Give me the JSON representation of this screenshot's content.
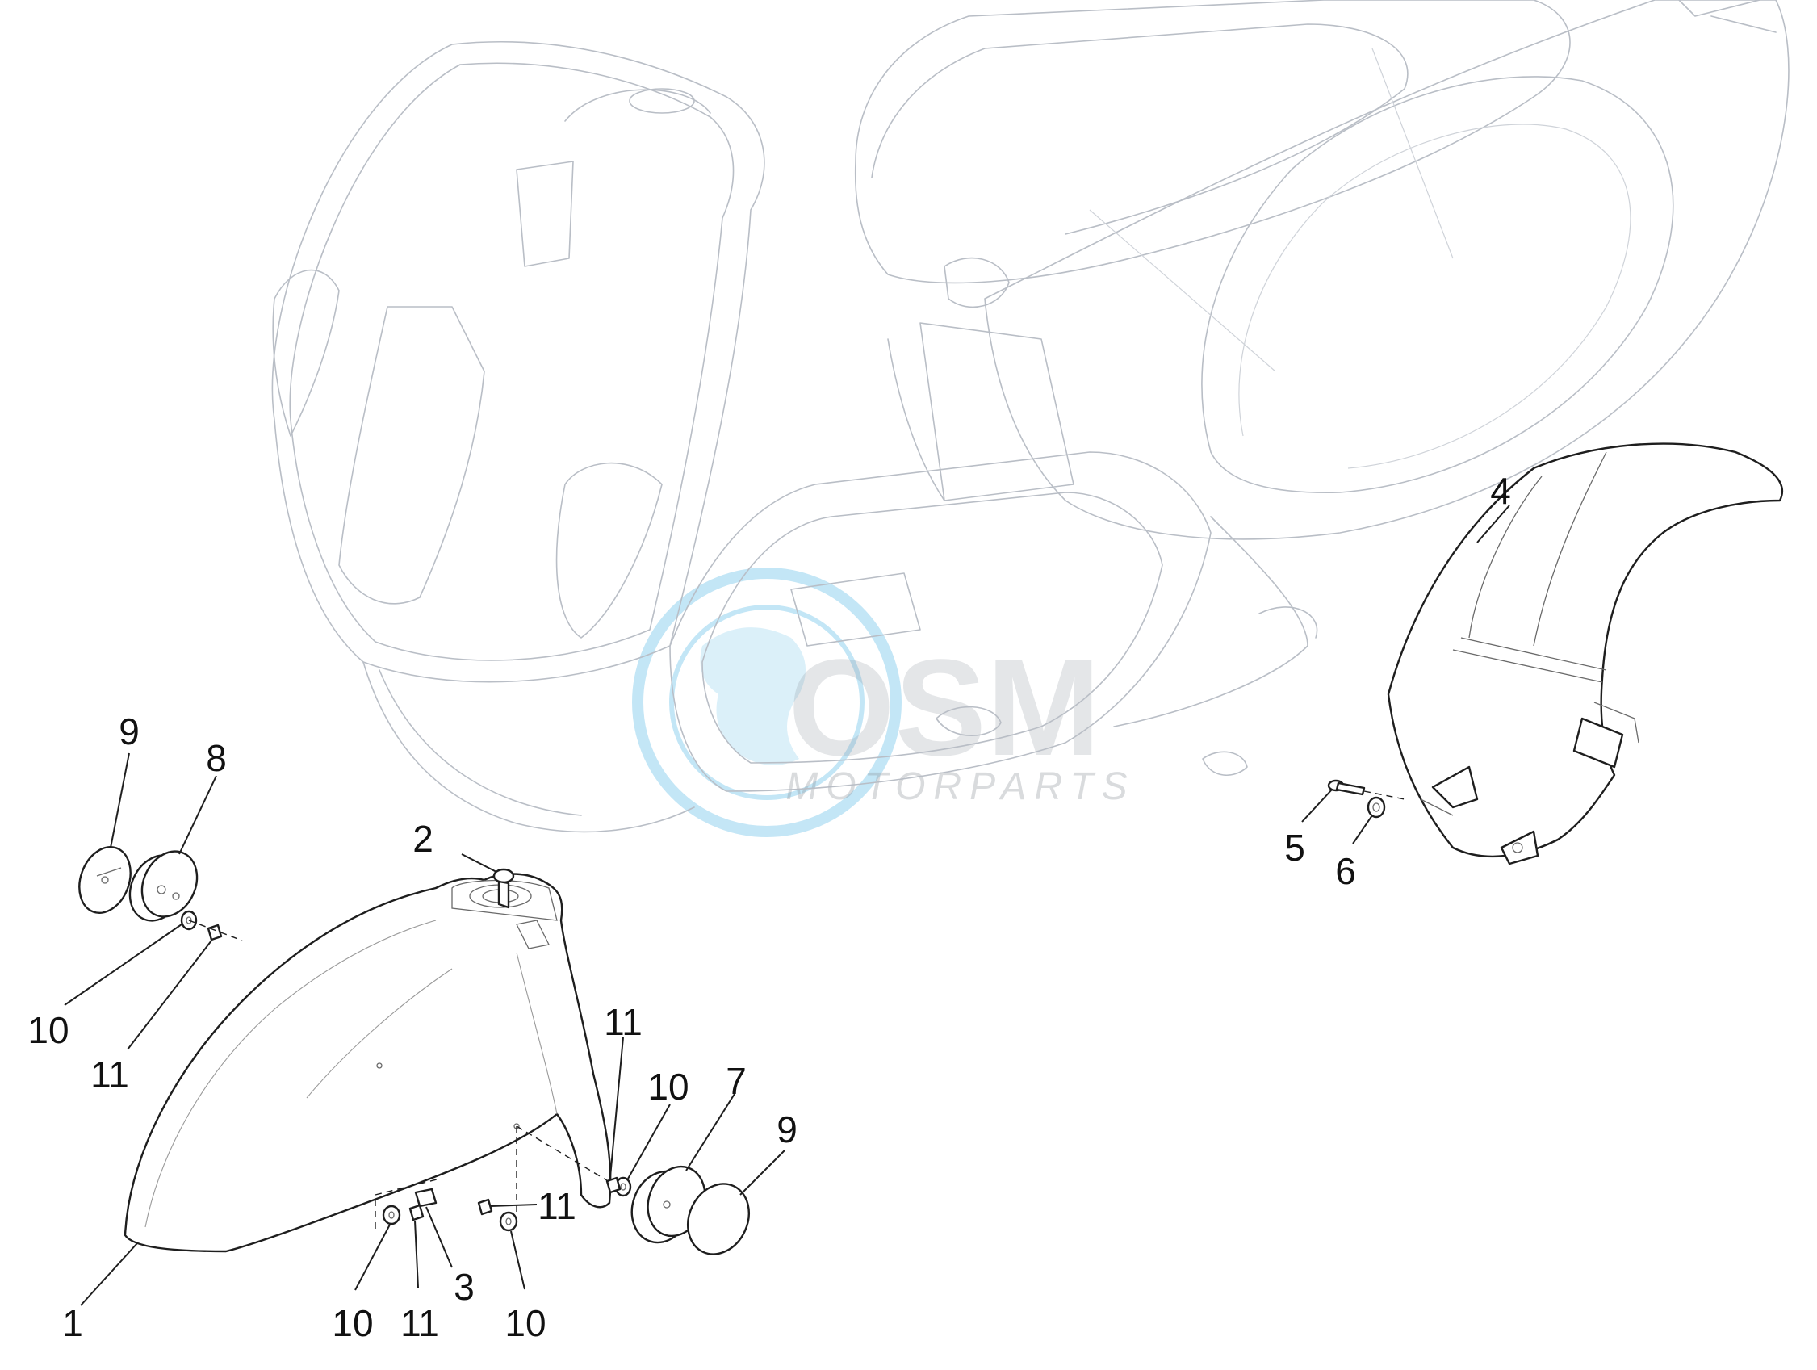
{
  "watermark": {
    "brand": "OSM",
    "subtitle": "MOTORPARTS",
    "globe_color": "#2aa7df",
    "text_color": "#8a9099"
  },
  "callouts": [
    {
      "label": "1"
    },
    {
      "label": "2"
    },
    {
      "label": "3"
    },
    {
      "label": "4"
    },
    {
      "label": "5"
    },
    {
      "label": "6"
    },
    {
      "label": "7"
    },
    {
      "label": "8"
    },
    {
      "label": "9"
    },
    {
      "label": "9"
    },
    {
      "label": "10"
    },
    {
      "label": "10"
    },
    {
      "label": "10"
    },
    {
      "label": "10"
    },
    {
      "label": "11"
    },
    {
      "label": "11"
    },
    {
      "label": "11"
    },
    {
      "label": "11"
    }
  ],
  "colors": {
    "part_stroke": "#1e1e1e",
    "ghost_stroke": "#b9bec6",
    "background": "#ffffff"
  }
}
